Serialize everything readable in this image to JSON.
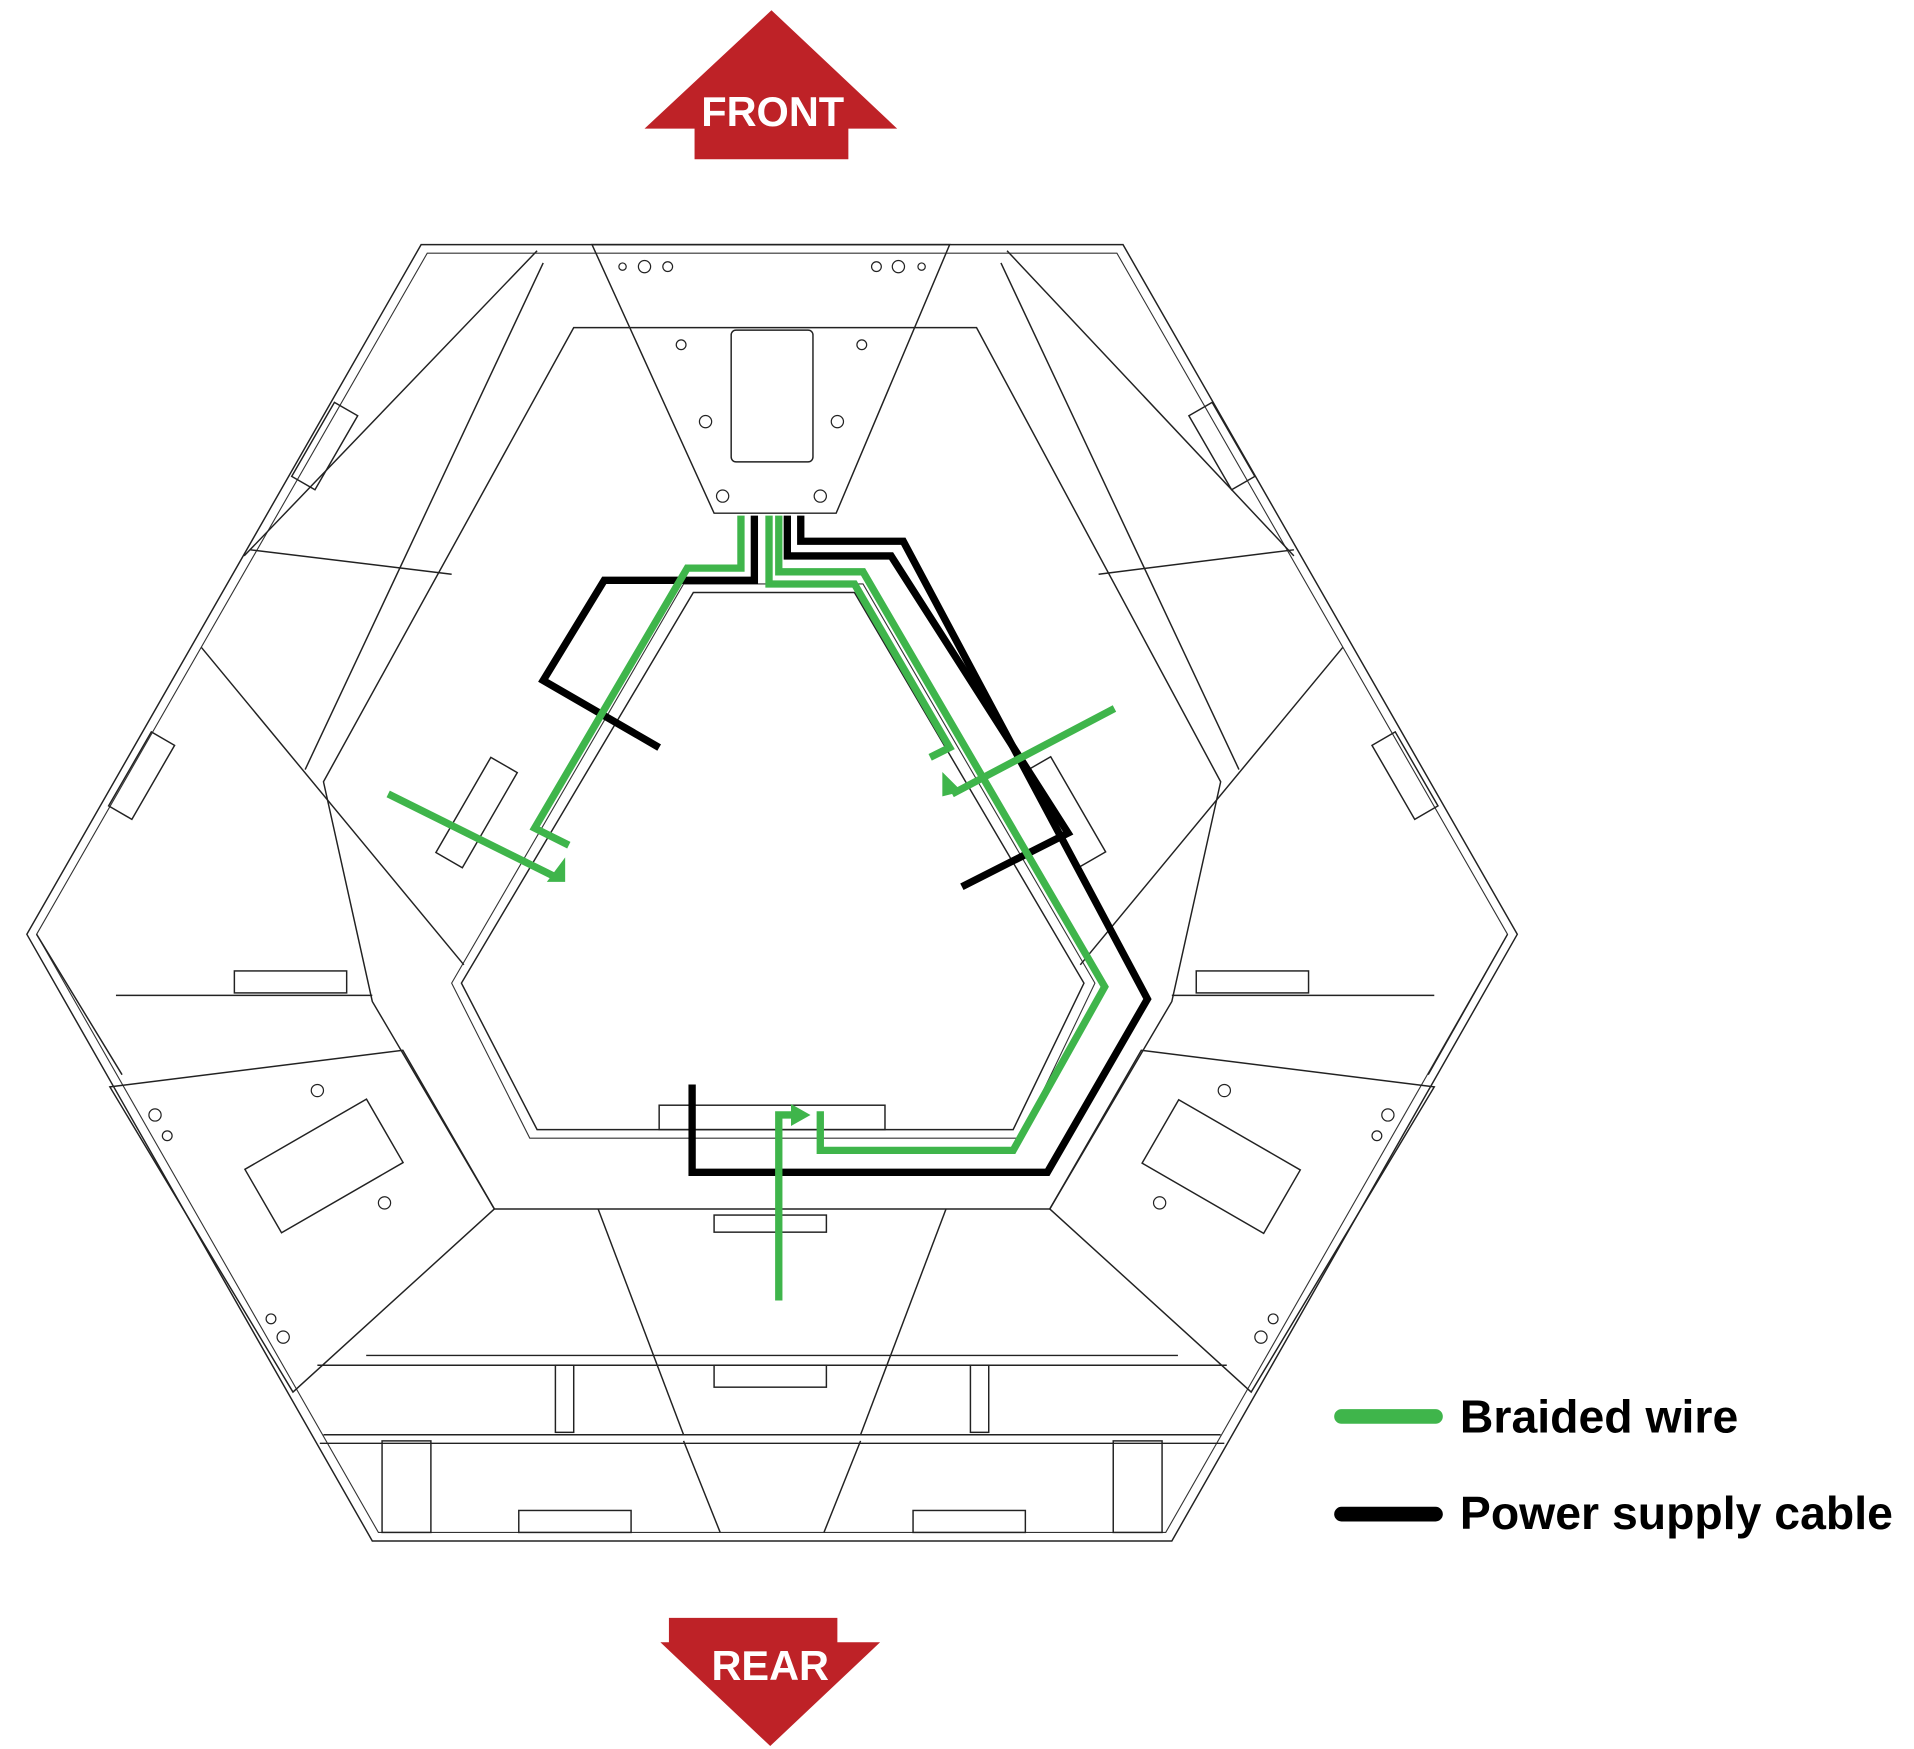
{
  "directions": {
    "front_label": "FRONT",
    "rear_label": "REAR",
    "arrow_color": "#be2227"
  },
  "legend": {
    "items": [
      {
        "label": "Braided wire",
        "color": "#3fb54b"
      },
      {
        "label": "Power supply cable",
        "color": "#000000"
      }
    ]
  }
}
